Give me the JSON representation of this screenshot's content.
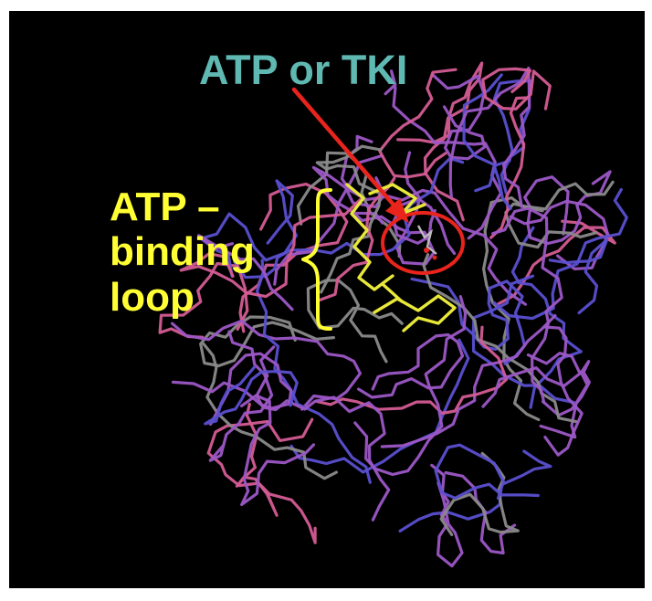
{
  "labels": {
    "ligand": "ATP or TKI",
    "loop_line1": "ATP –",
    "loop_line2": "binding",
    "loop_line3": "loop"
  },
  "colors": {
    "background": "#000000",
    "ligand_label": "#5fb8b1",
    "loop_label": "#ffff33",
    "arrow": "#e8241c",
    "circle": "#e8241c",
    "loop_trace": "#e8e83a",
    "backbone_blue": "#5a4fd0",
    "backbone_violet": "#9c57c6",
    "backbone_pink": "#d45c94",
    "backbone_grey": "#8a8a8a"
  },
  "icons": {
    "brace": "curly-brace",
    "arrow": "red-arrow",
    "binding_site_marker": "red-circle"
  }
}
